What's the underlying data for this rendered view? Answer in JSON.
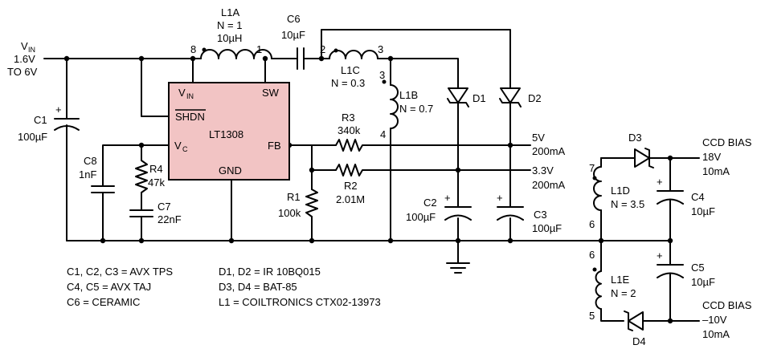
{
  "vin": {
    "label": "V",
    "sub": "IN",
    "range_lo": "1.6V",
    "range_hi": "TO 6V"
  },
  "ic": {
    "name": "LT1308",
    "pin_vin": "V",
    "pin_vin_sub": "IN",
    "pin_sw": "SW",
    "pin_shdn": "SHDN",
    "pin_vc": "V",
    "pin_vc_sub": "C",
    "pin_fb": "FB",
    "pin_gnd": "GND"
  },
  "pins": {
    "p8": "8",
    "p1": "1",
    "p2": "2",
    "p3a": "3",
    "p3b": "3",
    "p4": "4",
    "p7": "7",
    "p6a": "6",
    "p6b": "6",
    "p5": "5"
  },
  "l1a": {
    "name": "L1A",
    "turns": "N = 1",
    "value": "10µH"
  },
  "l1b": {
    "name": "L1B",
    "turns": "N = 0.7"
  },
  "l1c": {
    "name": "L1C",
    "turns": "N = 0.3"
  },
  "l1d": {
    "name": "L1D",
    "turns": "N = 3.5"
  },
  "l1e": {
    "name": "L1E",
    "turns": "N = 2"
  },
  "c1": {
    "name": "C1",
    "value": "100µF"
  },
  "c2": {
    "name": "C2",
    "value": "100µF"
  },
  "c3": {
    "name": "C3",
    "value": "100µF"
  },
  "c4": {
    "name": "C4",
    "value": "10µF"
  },
  "c5": {
    "name": "C5",
    "value": "10µF"
  },
  "c6": {
    "name": "C6",
    "value": "10µF"
  },
  "c7": {
    "name": "C7",
    "value": "22nF"
  },
  "c8": {
    "name": "C8",
    "value": "1nF"
  },
  "r1": {
    "name": "R1",
    "value": "100k"
  },
  "r2": {
    "name": "R2",
    "value": "2.01M"
  },
  "r3": {
    "name": "R3",
    "value": "340k"
  },
  "r4": {
    "name": "R4",
    "value": "47k"
  },
  "d1": {
    "name": "D1"
  },
  "d2": {
    "name": "D2"
  },
  "d3": {
    "name": "D3"
  },
  "d4": {
    "name": "D4"
  },
  "plus": "+",
  "out5": {
    "voltage": "5V",
    "current": "200mA"
  },
  "out33": {
    "voltage": "3.3V",
    "current": "200mA"
  },
  "ccd18": {
    "title": "CCD BIAS",
    "voltage": "18V",
    "current": "10mA"
  },
  "ccdneg": {
    "title": "CCD BIAS",
    "voltage": "–10V",
    "current": "10mA"
  },
  "notes": {
    "caps1": "C1, C2, C3 = AVX TPS",
    "caps2": "C4, C5 = AVX TAJ",
    "caps3": "C6 = CERAMIC",
    "diodes1": "D1, D2 = IR 10BQ015",
    "diodes2": "D3, D4 = BAT-85",
    "inductor": "L1 = COILTRONICS CTX02-13973"
  }
}
